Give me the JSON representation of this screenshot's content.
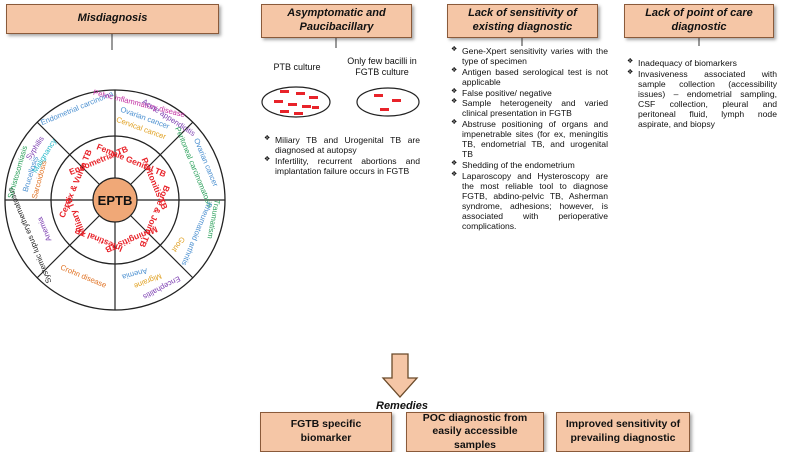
{
  "headers": {
    "misdiagnosis": "Misdiagnosis",
    "asymptomatic_1": "Asymptomatic and",
    "asymptomatic_2": "Paucibacillary",
    "lack_sensitivity_1": "Lack of sensitivity of",
    "lack_sensitivity_2": "existing diagnostic",
    "lack_poc_1": "Lack of point of care",
    "lack_poc_2": "diagnostic"
  },
  "wheel": {
    "center": "EPTB",
    "inner": [
      "Female Genital TB",
      "Peritonitis TB",
      "Bone & Joint TB",
      "Meningitis TB",
      "Intestinal TB",
      "Miliary TB",
      "Cervix & Vulva TB",
      "Endometrial TB"
    ],
    "outer": {
      "a1": "Ovarian cancer",
      "a2": "Peritoneal carcinomatosis",
      "b1": "Traumatism",
      "b2": "Rheumatoid arthritis",
      "b3": "Gout",
      "c1": "Encephalitis",
      "c2": "Migraine",
      "c3": "Anemia",
      "d1": "Crohn disease",
      "e1": "Anemia",
      "e2": "Systemic lupus erythematosus",
      "f1": "Sarcoidosis",
      "f2": "Brucellosis",
      "f3": "Schistosomiasis",
      "f4": "Syphilis",
      "f5": "Malignancy",
      "g1": "Endometrial carcinoma",
      "h1": "Pelvic inflammatory disease",
      "h2": "Acute appendicitis",
      "h3": "Ovarian cancer",
      "h4": "Cervical cancer"
    }
  },
  "culture": {
    "ptb": "PTB culture",
    "fgtb_1": "Only few bacilli in",
    "fgtb_2": "FGTB culture"
  },
  "asymptomatic_bullets": [
    "Miliary TB and Urogenital TB are diagnosed at autopsy",
    "Infertility, recurrent abortions and implantation failure occurs in FGTB"
  ],
  "sensitivity_bullets": [
    "Gene-Xpert sensitivity varies with the type of specimen",
    "Antigen based serological test is not applicable",
    "False positive/ negative",
    "Sample heterogeneity and varied clinical presentation in FGTB",
    "Abstruse positioning of organs and impenetrable sites (for ex, meningitis TB, endometrial TB, and urogenital TB",
    "Shedding of the endometrium",
    "Laparoscopy and Hysteroscopy are the most reliable tool to diagnose FGTB, abdino-pelvic TB, Asherman syndrome, adhesions; however, is associated with perioperative complications."
  ],
  "poc_bullets": [
    "Inadequacy of biomarkers",
    "Invasiveness associated with sample collection (accessibility issues) – endometrial sampling, CSF collection, pleural and peritoneal fluid, lymph node aspirate, and biopsy"
  ],
  "remedies": {
    "title": "Remedies",
    "items": [
      "FGTB specific biomarker",
      "POC diagnostic from easily accessible samples",
      "Improved sensitivity of prevailing diagnostic"
    ]
  },
  "colors": {
    "box_fill": "#f5c6a6",
    "box_border": "#8a5a3a",
    "bacilli": "#e8232a",
    "inner_text": "#e8232a"
  }
}
